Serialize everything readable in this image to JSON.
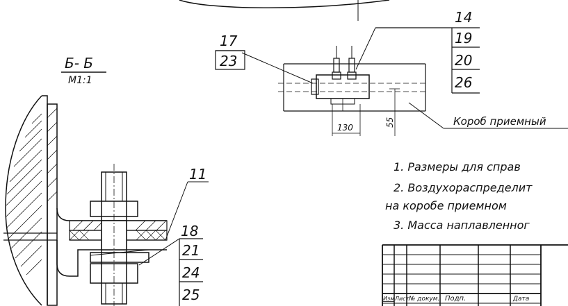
{
  "section": {
    "title": "Б- Б",
    "scale": "М1:1"
  },
  "callouts": [
    {
      "id": "c14",
      "text": "14"
    },
    {
      "id": "c19",
      "text": "19"
    },
    {
      "id": "c20",
      "text": "20"
    },
    {
      "id": "c26",
      "text": "26"
    },
    {
      "id": "c17",
      "text": "17"
    },
    {
      "id": "c23",
      "text": "23"
    },
    {
      "id": "c11",
      "text": "11"
    },
    {
      "id": "c18",
      "text": "18"
    },
    {
      "id": "c21",
      "text": "21"
    },
    {
      "id": "c24",
      "text": "24"
    },
    {
      "id": "c25",
      "text": "25"
    }
  ],
  "dimensions": {
    "width": "130",
    "height": "55"
  },
  "label_box": "Короб приемный",
  "notes": [
    "1. Размеры для справ",
    "2. Воздухораспределит",
    "на коробе приемном",
    "3. Масса наплавленног"
  ],
  "title_block": {
    "headers": [
      "Изм",
      "Лист",
      "№ докум.",
      "Подп.",
      "Дата"
    ]
  }
}
